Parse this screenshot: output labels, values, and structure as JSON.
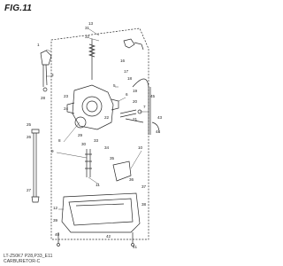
{
  "header": {
    "figure_title": "FIG.11"
  },
  "footer": {
    "model_code": "LT-Z50K7 P28,P33_E11",
    "caption": "CARBURETOR-C"
  },
  "callouts": [
    "31",
    "32",
    "1",
    "3",
    "5",
    "6",
    "7",
    "8",
    "9",
    "10",
    "11",
    "12",
    "13",
    "16",
    "17",
    "18",
    "19",
    "20",
    "21",
    "22",
    "23",
    "24",
    "25",
    "26",
    "27",
    "28",
    "29",
    "30",
    "33",
    "34",
    "35",
    "36",
    "37",
    "38",
    "39",
    "40",
    "41",
    "42",
    "43",
    "44",
    "45"
  ],
  "colors": {
    "line": "#2a2a2a",
    "sheet": "#ffffff"
  }
}
